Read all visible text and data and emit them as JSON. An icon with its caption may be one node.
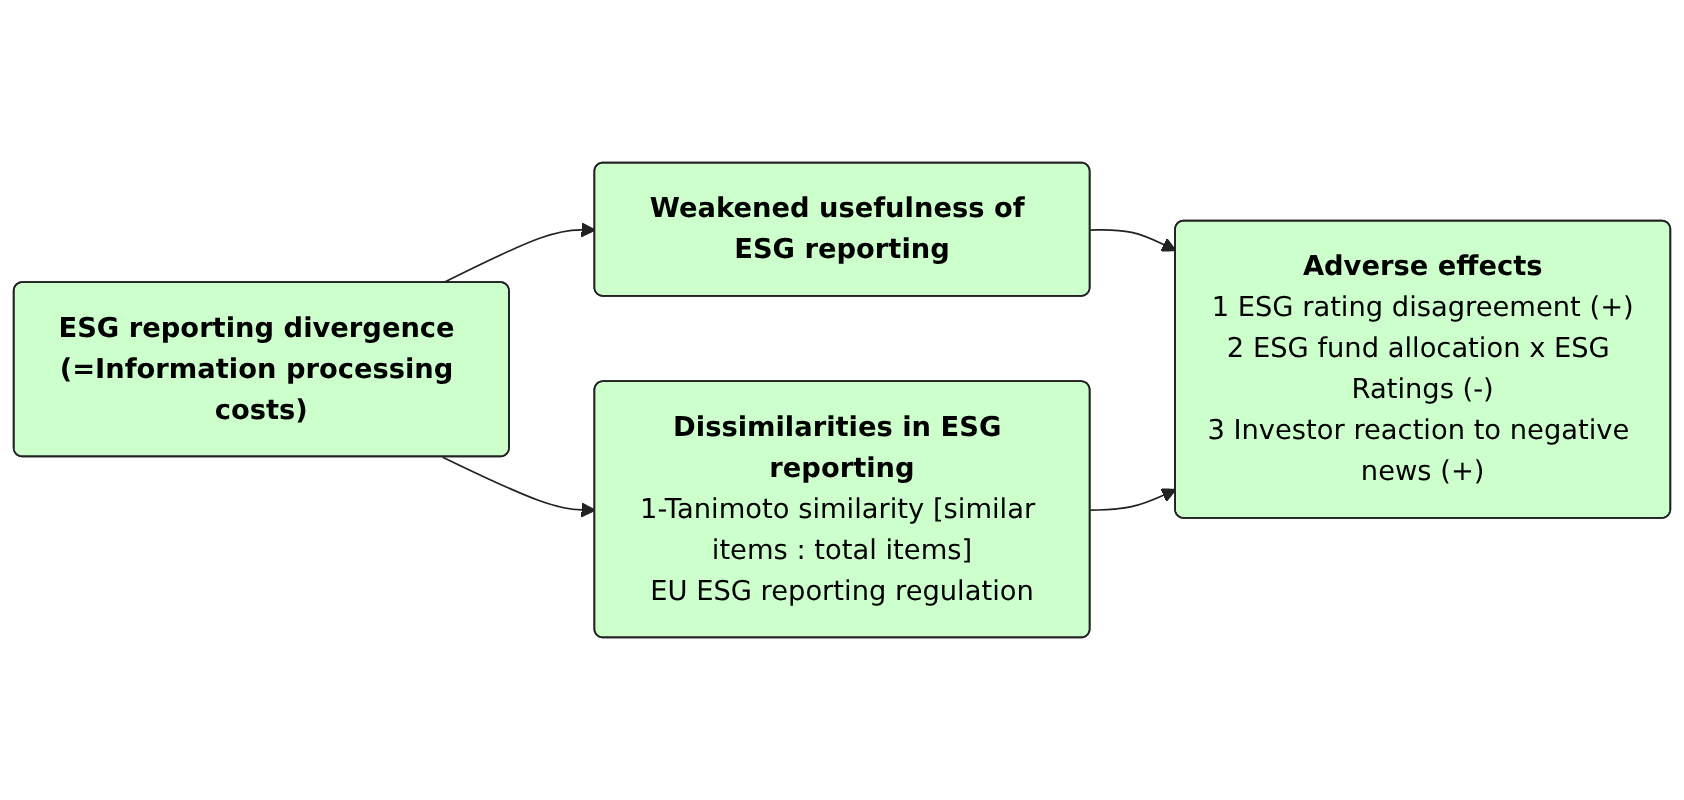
{
  "diagram": {
    "nodes": [
      {
        "text": [
          "ESG reporting divergence (=Information processing costs)"
        ]
      },
      {
        "text": [
          "Weakened usefulness of ESG reporting"
        ]
      },
      {
        "text": [
          "Dissimilarities in ESG reporting",
          "1-Tanimoto similarity [similar items : total items]",
          "EU ESG reporting regulation"
        ]
      },
      {
        "text": [
          "Adverse effects",
          "1 ESG rating disagreement (+)",
          "2 ESG fund allocation x ESG Ratings (-)",
          "3 Investor reaction to negative news (+)"
        ]
      }
    ],
    "edges": [
      {
        "from": 0,
        "to": 1,
        "arrow": "to"
      },
      {
        "from": 0,
        "to": 2,
        "arrow": "to"
      },
      {
        "from": 1,
        "to": 3,
        "arrow": "to"
      },
      {
        "from": 2,
        "to": 3,
        "arrow": "to"
      }
    ]
  }
}
